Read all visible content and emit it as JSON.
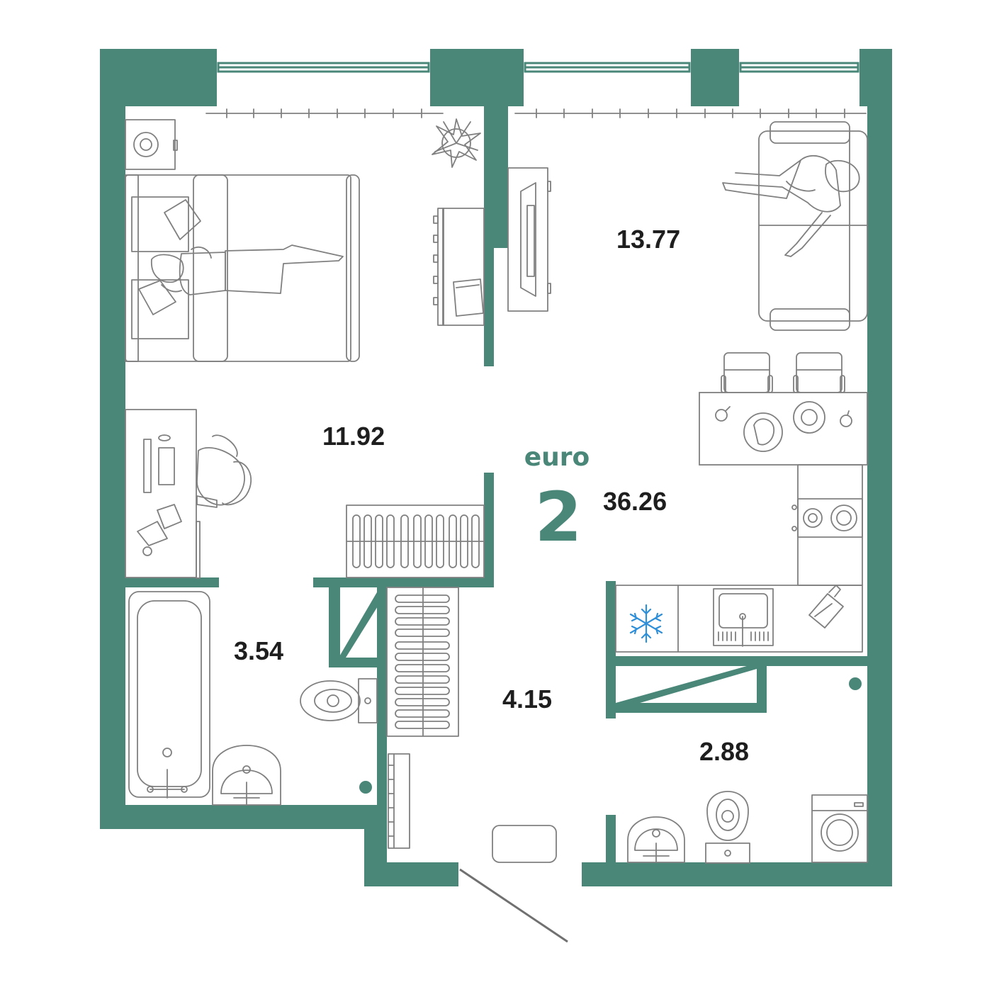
{
  "colors": {
    "wall": "#4a8779",
    "furniture": "#808080",
    "text": "#1e1e1e"
  },
  "layout_type": {
    "prefix": "euro",
    "rooms": "2"
  },
  "rooms": [
    {
      "id": "bedroom",
      "area": "11.92"
    },
    {
      "id": "living-room",
      "area": "13.77"
    },
    {
      "id": "kitchen-living",
      "area": "36.26"
    },
    {
      "id": "bathroom",
      "area": "3.54"
    },
    {
      "id": "hallway",
      "area": "4.15"
    },
    {
      "id": "washroom",
      "area": "2.88"
    }
  ],
  "icons": [
    "snowflake-icon",
    "plant-icon",
    "washing-machine-icon",
    "toilet-icon",
    "sink-icon",
    "bathtub-icon",
    "stove-icon",
    "person-icon"
  ]
}
